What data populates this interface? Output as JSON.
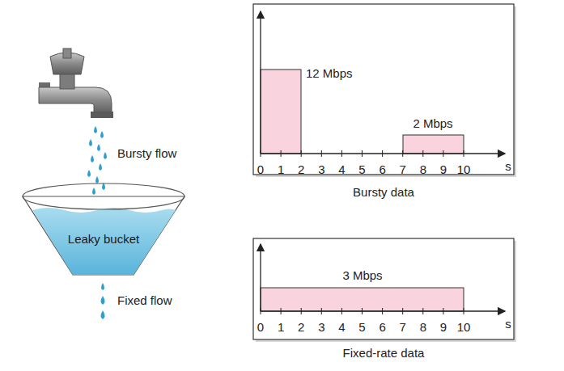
{
  "diagram": {
    "nodes": [
      {
        "text": [
          "Leaky bucket"
        ]
      }
    ],
    "labels": [
      "Bursty flow",
      "Fixed flow",
      "12 Mbps",
      "2 Mbps",
      "0",
      "1",
      "2",
      "3",
      "4",
      "5",
      "6",
      "7",
      "8",
      "9",
      "10",
      "s",
      "Bursty data",
      "3 Mbps",
      "0",
      "1",
      "2",
      "3",
      "4",
      "5",
      "6",
      "7",
      "8",
      "9",
      "10",
      "s",
      "Fixed-rate data"
    ]
  }
}
